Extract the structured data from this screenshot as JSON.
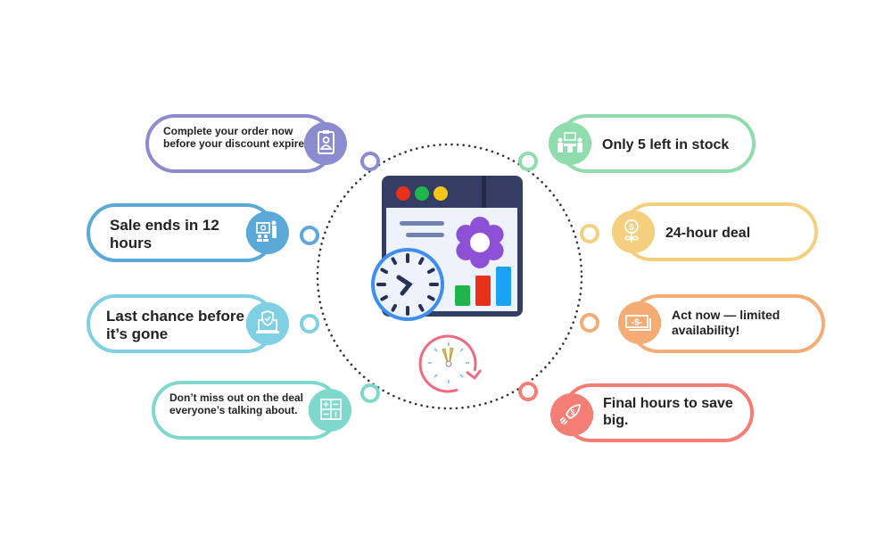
{
  "diagram": {
    "center": {
      "icon": "browser-window-with-clock-gear-bar-chart",
      "secondary_icon": "countdown-clock-icon",
      "window_dots_colors": [
        "#e8311a",
        "#1fb54a",
        "#f5c518"
      ],
      "bar_colors": [
        "#1fb54a",
        "#e8311a",
        "#1aa3f5"
      ],
      "gear_color": "#8e51d6",
      "clock_ring_color": "#3d8ef0"
    },
    "items": [
      {
        "id": "complete-order",
        "side": "left",
        "text": "Complete your order now before your discount expires.",
        "icon": "id-badge-icon",
        "color": "#8b8bd0"
      },
      {
        "id": "sale-ends",
        "side": "left",
        "text": "Sale ends in 12 hours",
        "icon": "presentation-icon",
        "color": "#5aa9d8"
      },
      {
        "id": "last-chance",
        "side": "left",
        "text": "Last chance before it’s gone",
        "icon": "shield-laptop-icon",
        "color": "#7fd0e3"
      },
      {
        "id": "dont-miss",
        "side": "left",
        "text": "Don’t miss out on the deal everyone’s talking about.",
        "icon": "calculator-icon",
        "color": "#7fd8cc"
      },
      {
        "id": "only-5-left",
        "side": "right",
        "text": "Only 5 left in stock",
        "icon": "meeting-icon",
        "color": "#8fdcac"
      },
      {
        "id": "24-hour-deal",
        "side": "right",
        "text": "24-hour deal",
        "icon": "money-plant-icon",
        "color": "#f5cf7d"
      },
      {
        "id": "act-now",
        "side": "right",
        "text": "Act now — limited availability!",
        "icon": "cash-icon",
        "color": "#f4ac74"
      },
      {
        "id": "final-hours",
        "side": "right",
        "text": "Final hours to save big.",
        "icon": "rocket-dollar-icon",
        "color": "#f47d76"
      }
    ]
  }
}
